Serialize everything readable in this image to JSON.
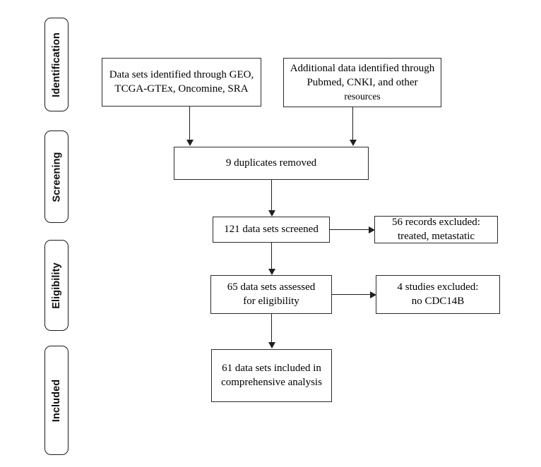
{
  "diagram": {
    "type": "prisma-flow-diagram",
    "title": "",
    "stages": [
      {
        "id": "identification",
        "label": "Identification"
      },
      {
        "id": "screening",
        "label": "Screening"
      },
      {
        "id": "eligibility",
        "label": "Eligibility"
      },
      {
        "id": "included",
        "label": "Included"
      }
    ],
    "boxes": {
      "sources_primary": {
        "lines": [
          "Data sets identified through GEO,",
          "TCGA-GTEx, Oncomine, SRA"
        ]
      },
      "sources_additional": {
        "lines": [
          "Additional data identified through",
          "Pubmed, CNKI, and other",
          "resources"
        ]
      },
      "duplicates_removed": {
        "lines": [
          "9 duplicates removed"
        ],
        "count": 9
      },
      "screened": {
        "lines": [
          "121 data sets screened"
        ],
        "count": 121
      },
      "excluded_screening": {
        "lines": [
          "56 records excluded:",
          "treated, metastatic"
        ],
        "count": 56
      },
      "assessed": {
        "lines": [
          "65 data sets assessed",
          "for eligibility"
        ],
        "count": 65
      },
      "excluded_eligibility": {
        "lines": [
          "4 studies excluded:",
          "no CDC14B"
        ],
        "count": 4
      },
      "included_final": {
        "lines": [
          "61 data sets included in",
          "comprehensive analysis"
        ],
        "count": 61
      }
    },
    "colors": {
      "background": "#ffffff",
      "box_border": "#2b2b2b",
      "stage_border": "#1a1a1a",
      "connector": "#1f1f1f",
      "text": "#000000"
    }
  }
}
